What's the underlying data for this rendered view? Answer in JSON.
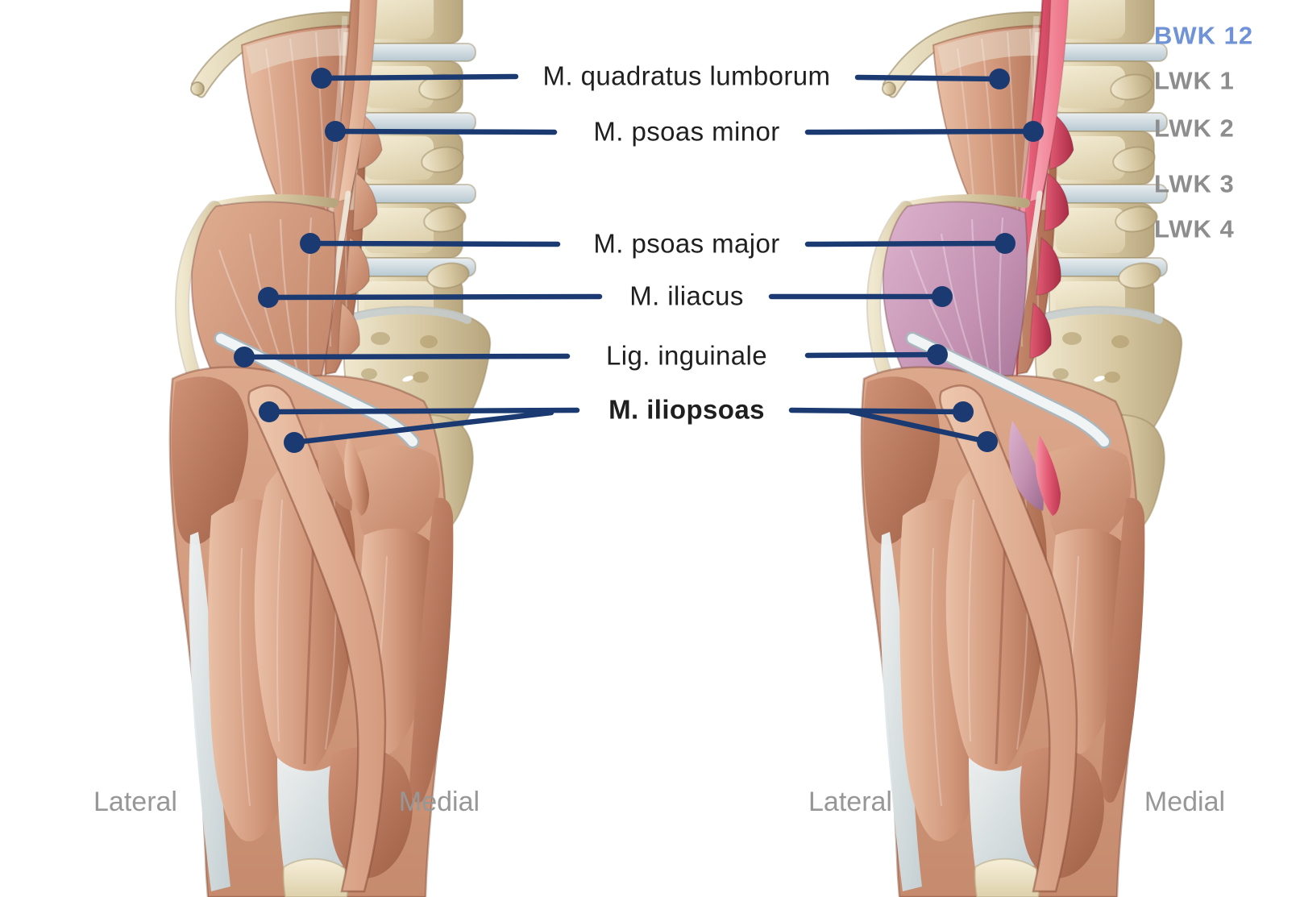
{
  "diagram": {
    "annotations": [
      {
        "text": "M. quadratus lumborum",
        "emphasis": "normal"
      },
      {
        "text": "M. psoas minor",
        "emphasis": "normal"
      },
      {
        "text": "M. psoas major",
        "emphasis": "normal"
      },
      {
        "text": "M. iliacus",
        "emphasis": "normal"
      },
      {
        "text": "Lig. inguinale",
        "emphasis": "normal"
      },
      {
        "text": "M. iliopsoas",
        "emphasis": "bold"
      }
    ],
    "vertebral_levels": [
      {
        "text": "BWK 12",
        "highlighted": true
      },
      {
        "text": "LWK 1",
        "highlighted": false
      },
      {
        "text": "LWK 2",
        "highlighted": false
      },
      {
        "text": "LWK 3",
        "highlighted": false
      },
      {
        "text": "LWK 4",
        "highlighted": false
      }
    ],
    "orientation": {
      "left_figure": [
        "Lateral",
        "Medial"
      ],
      "right_figure": [
        "Lateral",
        "Medial"
      ]
    }
  },
  "colors": {
    "background": "#ffffff",
    "leader-line": "#1b3a72",
    "label-text": "#1f1f1f",
    "vertebral-text": "#8d8d8d",
    "vertebral-highlight": "#6f93d6",
    "orientation-text": "#979797",
    "psoas-highlight": "#e15a72",
    "iliacus-highlight": "#c28fb0",
    "muscle-tone": "#d2987c",
    "bone-tone": "#d6c7a1",
    "fascia-tone": "#c5d4d9"
  }
}
